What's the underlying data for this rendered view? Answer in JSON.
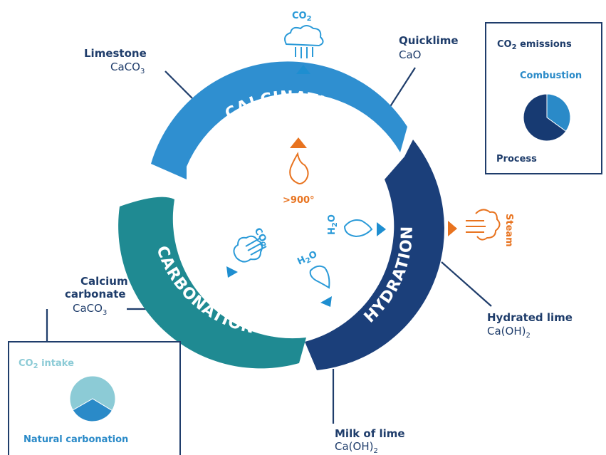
{
  "stages": {
    "calcination": "CALCINATION",
    "hydration": "HYDRATION",
    "carbonation": "CARBONATION"
  },
  "compounds": {
    "limestone": {
      "name": "Limestone",
      "formula": "CaCO",
      "sub": "3"
    },
    "quicklime": {
      "name": "Quicklime",
      "formula": "CaO"
    },
    "hydrated_lime": {
      "name": "Hydrated lime",
      "formula": "Ca(OH)",
      "sub": "2"
    },
    "milk_of_lime": {
      "name": "Milk of lime",
      "formula": "Ca(OH)",
      "sub": "2"
    },
    "calcium_carbonate": {
      "name_line1": "Calcium",
      "name_line2": "carbonate",
      "formula": "CaCO",
      "sub": "3"
    }
  },
  "markers": {
    "co2_top": {
      "main": "CO",
      "sub": "2"
    },
    "co2_carbonation": {
      "main": "CO",
      "sub": "2"
    },
    "h2o_a": {
      "pre": "H",
      "sub": "2",
      "post": "O"
    },
    "h2o_b": {
      "pre": "H",
      "sub": "2",
      "post": "O"
    },
    "temperature": ">900°",
    "steam": "Steam"
  },
  "emissions_box": {
    "title_main": "CO",
    "title_sub": "2",
    "title_rest": " emissions",
    "combustion": "Combustion",
    "process": "Process",
    "pie": [
      {
        "name": "Combustion",
        "fraction": 0.35,
        "color": "#2a8ac8"
      },
      {
        "name": "Process",
        "fraction": 0.65,
        "color": "#173a72"
      }
    ]
  },
  "intake_box": {
    "title_main": "CO",
    "title_sub": "2",
    "title_rest": " intake",
    "natural": "Natural carbonation",
    "pie": [
      {
        "name": "CO2 intake",
        "fraction": 0.67,
        "color": "#8ccbd6"
      },
      {
        "name": "Natural carbonation",
        "fraction": 0.33,
        "color": "#2a8ac8"
      }
    ]
  },
  "colors": {
    "calcination": "#2f8fd0",
    "hydration": "#1b3f7a",
    "carbonation": "#1f8a92",
    "dark": "#1f3d6b",
    "orange": "#e8731f",
    "light_blue": "#2a9ad8"
  }
}
